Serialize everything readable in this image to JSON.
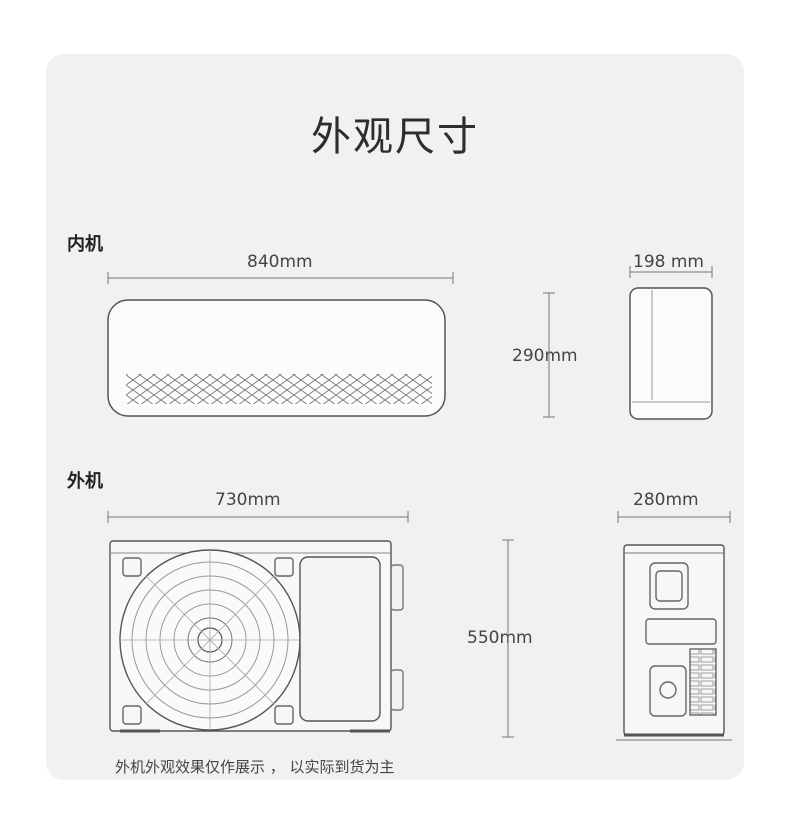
{
  "title": "外观尺寸",
  "indoor": {
    "label": "内机",
    "width": "840mm",
    "depth": "198 mm",
    "height": "290mm"
  },
  "outdoor": {
    "label": "外机",
    "width": "730mm",
    "depth": "280mm",
    "height": "550mm"
  },
  "note": "外机外观效果仅作展示 ， 以实际到货为主"
}
